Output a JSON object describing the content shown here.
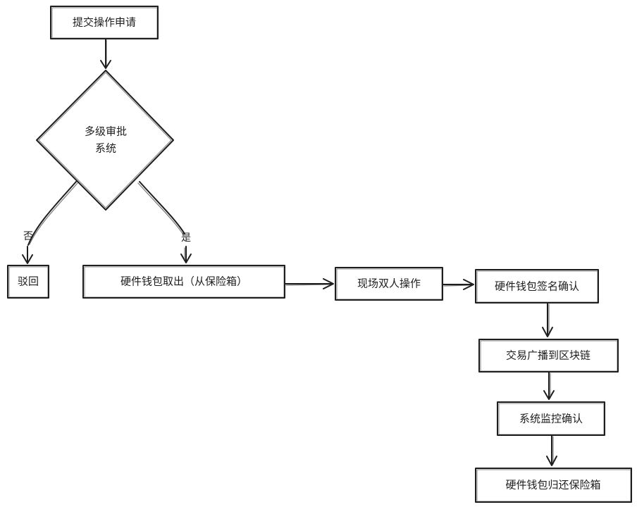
{
  "nodes": {
    "submit": "提交操作申请",
    "approval_line1": "多级审批",
    "approval_line2": "系统",
    "reject": "驳回",
    "retrieve": "硬件钱包取出（从保险箱）",
    "dual": "现场双人操作",
    "sign": "硬件钱包签名确认",
    "broadcast": "交易广播到区块链",
    "monitor": "系统监控确认",
    "return": "硬件钱包归还保险箱"
  },
  "edges": {
    "no_label": "否",
    "yes_label": "是"
  },
  "colors": {
    "stroke": "#1e1e1e",
    "background": "#ffffff"
  }
}
